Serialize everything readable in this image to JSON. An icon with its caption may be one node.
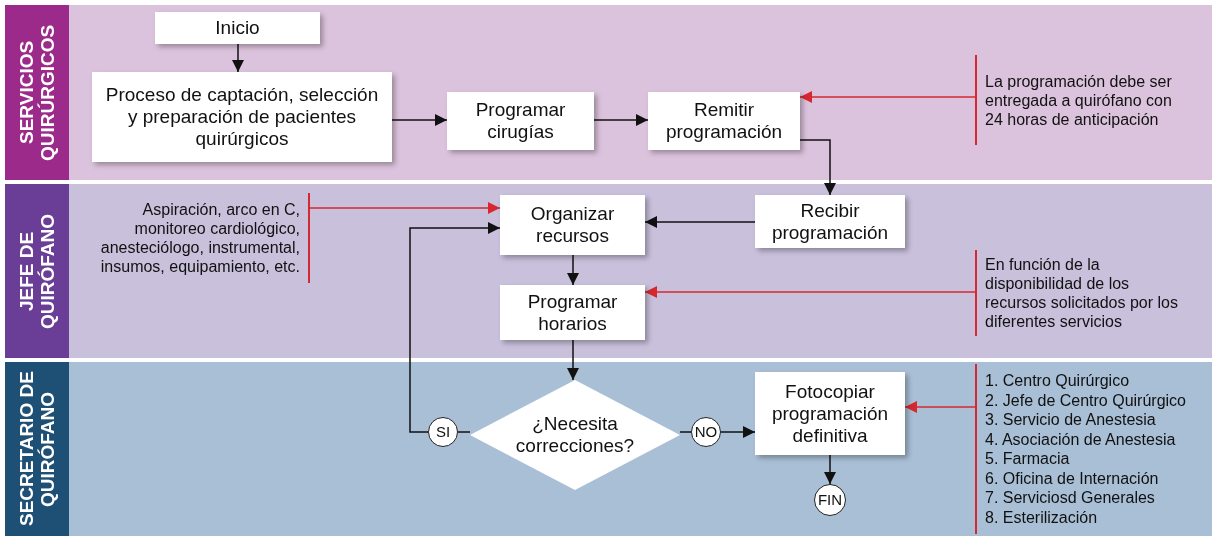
{
  "diagram": {
    "nodes": [
      {
        "text": [
          "SERVICIOS QUIRÚRGICOS"
        ]
      },
      {
        "text": [
          "Inicio"
        ],
        "in": 0
      },
      {
        "text": [
          "Proceso de captación, selección y preparación de pacientes quirúrgicos"
        ],
        "in": 0
      },
      {
        "text": [
          "Programar cirugías"
        ],
        "in": 0
      },
      {
        "text": [
          "Remitir programación"
        ],
        "in": 0
      },
      {
        "text": [
          "La programación debe ser entregada a quirófano con 24 horas de anticipación"
        ],
        "in": 0
      },
      {
        "text": [
          "JEFE DE QUIRÓFANO"
        ]
      },
      {
        "text": [
          "Aspiración, arco en C, monitoreo cardiológico, anesteciólogo, instrumental, insumos, equipamiento, etc."
        ],
        "in": 6
      },
      {
        "text": [
          "Organizar recursos"
        ],
        "in": 6
      },
      {
        "text": [
          "Recibir programación"
        ],
        "in": 6
      },
      {
        "text": [
          "Programar horarios"
        ],
        "in": 6
      },
      {
        "text": [
          "En función de la disponibilidad de los recursos solicitados por los diferentes servicios"
        ],
        "in": 6
      },
      {
        "text": [
          "SECRETARIO DE QUIRÓFANO"
        ]
      },
      {
        "text": [
          "¿Necesita correcciones?"
        ],
        "in": 12
      },
      {
        "text": [
          "SI"
        ],
        "in": 12
      },
      {
        "text": [
          "NO"
        ],
        "in": 12
      },
      {
        "text": [
          "Fotocopiar programación definitiva"
        ],
        "in": 12
      },
      {
        "text": [
          "FIN"
        ],
        "in": 12
      },
      {
        "text": [
          "1. Centro Quirúrgico",
          "2. Jefe de Centro Quirúrgico",
          "3. Servicio de Anestesia",
          "4. Asociación de Anestesia",
          "5. Farmacia",
          "6. Oficina de Internación",
          "7. Serviciosd Generales",
          "8. Esterilización"
        ],
        "in": 12
      }
    ],
    "edges": [
      {
        "from": 1,
        "to": 2,
        "arrow": "to"
      },
      {
        "from": 2,
        "to": 3,
        "arrow": "to"
      },
      {
        "from": 3,
        "to": 4,
        "arrow": "to"
      },
      {
        "from": 5,
        "to": 4,
        "arrow": "to",
        "color": "#d7282f"
      },
      {
        "from": 4,
        "to": 9,
        "arrow": "to"
      },
      {
        "from": 9,
        "to": 8,
        "arrow": "to"
      },
      {
        "from": 7,
        "to": 8,
        "arrow": "to",
        "color": "#d7282f"
      },
      {
        "from": 8,
        "to": 10,
        "arrow": "to"
      },
      {
        "from": 11,
        "to": 10,
        "arrow": "to",
        "color": "#d7282f"
      },
      {
        "from": 10,
        "to": 13,
        "arrow": "to"
      },
      {
        "from": 13,
        "to": 14,
        "arrow": "none"
      },
      {
        "from": 14,
        "to": 8,
        "arrow": "to"
      },
      {
        "from": 13,
        "to": 15,
        "arrow": "none"
      },
      {
        "from": 15,
        "to": 16,
        "arrow": "to"
      },
      {
        "from": 18,
        "to": 16,
        "arrow": "to",
        "color": "#d7282f"
      },
      {
        "from": 16,
        "to": 17,
        "arrow": "to"
      }
    ]
  }
}
